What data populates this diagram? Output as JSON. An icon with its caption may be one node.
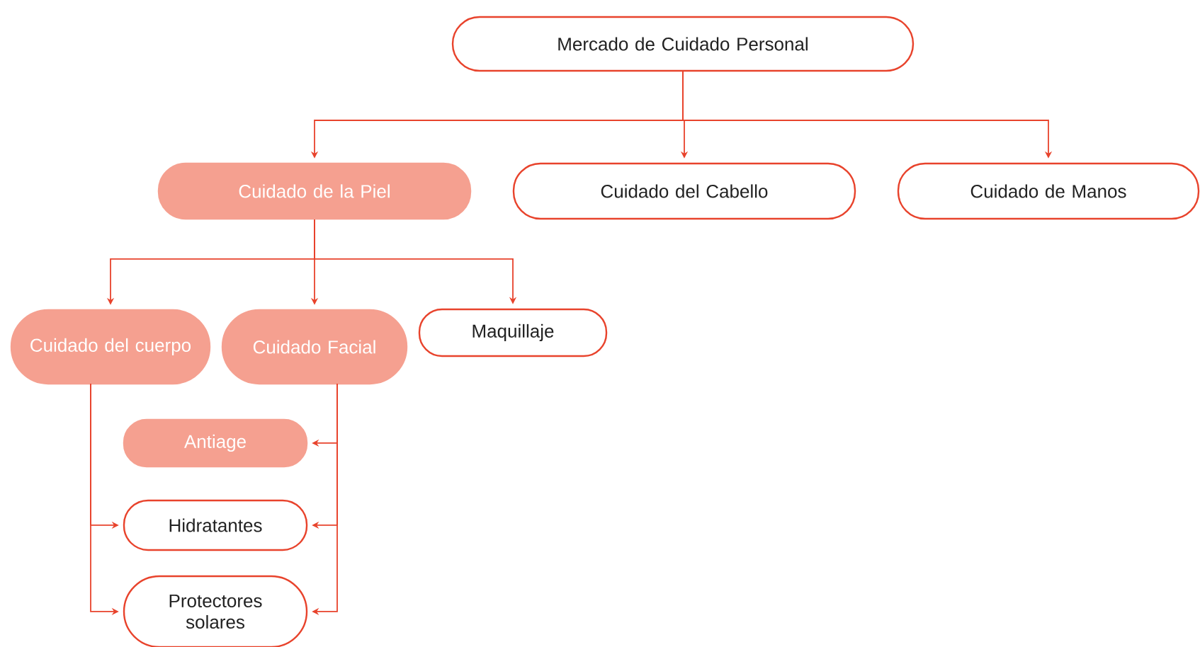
{
  "diagram": {
    "nodes": [
      {
        "text": [
          "Mercado de Cuidado Personal"
        ]
      },
      {
        "text": [
          "Cuidado de la Piel"
        ]
      },
      {
        "text": [
          "Cuidado del  Cabello"
        ]
      },
      {
        "text": [
          "Cuidado de Manos"
        ]
      },
      {
        "text": [
          "Cuidado del cuerpo"
        ]
      },
      {
        "text": [
          "Cuidado Facial"
        ]
      },
      {
        "text": [
          "Maquillaje"
        ]
      },
      {
        "text": [
          "Antiage"
        ]
      },
      {
        "text": [
          "Hidratantes"
        ]
      },
      {
        "text": [
          "Protectores solares"
        ]
      }
    ],
    "edges": [
      {
        "from": 0,
        "to": 1,
        "arrow": "to"
      },
      {
        "from": 0,
        "to": 2,
        "arrow": "to"
      },
      {
        "from": 0,
        "to": 3,
        "arrow": "to"
      },
      {
        "from": 1,
        "to": 4,
        "arrow": "to"
      },
      {
        "from": 1,
        "to": 5,
        "arrow": "to"
      },
      {
        "from": 1,
        "to": 6,
        "arrow": "to"
      },
      {
        "from": 5,
        "to": 7,
        "arrow": "to"
      },
      {
        "from": 5,
        "to": 8,
        "arrow": "to"
      },
      {
        "from": 5,
        "to": 9,
        "arrow": "to"
      },
      {
        "from": 4,
        "to": 8,
        "arrow": "to"
      },
      {
        "from": 4,
        "to": 9,
        "arrow": "to"
      }
    ]
  }
}
